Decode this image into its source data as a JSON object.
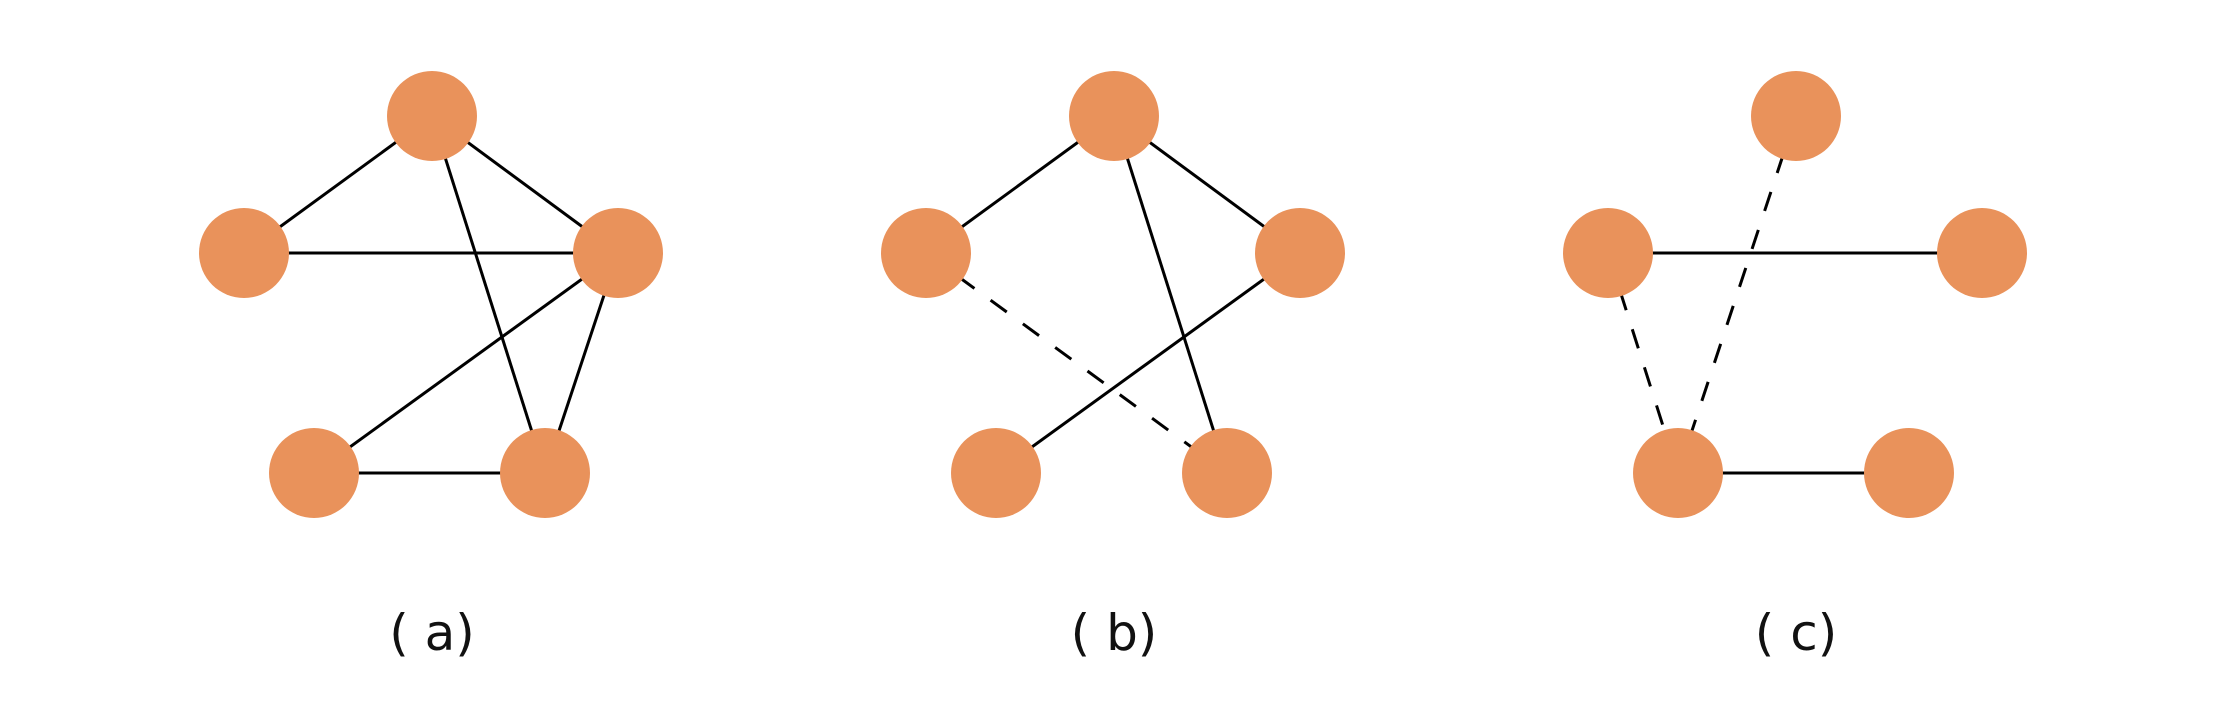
{
  "colors": {
    "node": "#E9925B",
    "edge": "#000000",
    "background": "#FFFFFF"
  },
  "panels": [
    {
      "caption": "( a)",
      "nodes": [
        "top",
        "left",
        "right",
        "bottom-left",
        "bottom-right"
      ],
      "edges": [
        {
          "from": "top",
          "to": "left",
          "style": "solid"
        },
        {
          "from": "top",
          "to": "right",
          "style": "solid"
        },
        {
          "from": "top",
          "to": "bottom-right",
          "style": "solid"
        },
        {
          "from": "left",
          "to": "right",
          "style": "solid"
        },
        {
          "from": "right",
          "to": "bottom-left",
          "style": "solid"
        },
        {
          "from": "right",
          "to": "bottom-right",
          "style": "solid"
        },
        {
          "from": "bottom-left",
          "to": "bottom-right",
          "style": "solid"
        }
      ]
    },
    {
      "caption": "( b)",
      "nodes": [
        "top",
        "left",
        "right",
        "bottom-left",
        "bottom-right"
      ],
      "edges": [
        {
          "from": "top",
          "to": "left",
          "style": "solid"
        },
        {
          "from": "top",
          "to": "right",
          "style": "solid"
        },
        {
          "from": "top",
          "to": "bottom-right",
          "style": "solid"
        },
        {
          "from": "right",
          "to": "bottom-left",
          "style": "solid"
        },
        {
          "from": "left",
          "to": "bottom-right",
          "style": "dashed"
        }
      ]
    },
    {
      "caption": "( c)",
      "nodes": [
        "top",
        "left",
        "right",
        "bottom-left",
        "bottom-right"
      ],
      "edges": [
        {
          "from": "left",
          "to": "right",
          "style": "solid"
        },
        {
          "from": "bottom-left",
          "to": "bottom-right",
          "style": "solid"
        },
        {
          "from": "top",
          "to": "bottom-left",
          "style": "dashed"
        },
        {
          "from": "left",
          "to": "bottom-left",
          "style": "dashed"
        }
      ]
    }
  ]
}
